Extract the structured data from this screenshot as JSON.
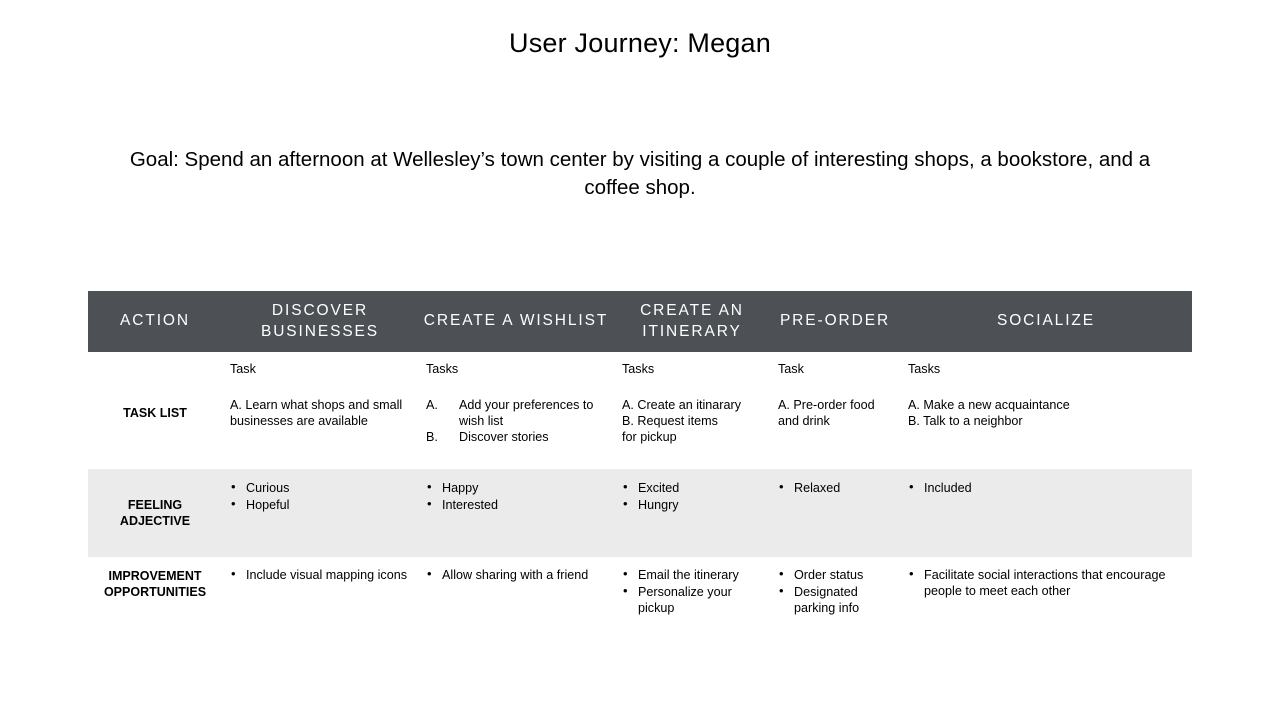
{
  "slide": {
    "title": "User Journey: Megan",
    "goal": "Goal: Spend an afternoon at Wellesley’s town center by visiting a couple of interesting shops, a bookstore, and a coffee shop."
  },
  "table": {
    "header": {
      "action_label": "ACTION",
      "columns": [
        "DISCOVER BUSINESSES",
        "CREATE A WISHLIST",
        "CREATE AN ITINERARY",
        "PRE-ORDER",
        "SOCIALIZE"
      ]
    },
    "rows": [
      {
        "label": "TASK LIST",
        "cells": [
          {
            "kicker": "Task",
            "lines": [
              "A. Learn what shops and small businesses are available"
            ]
          },
          {
            "kicker": "Tasks",
            "items": [
              {
                "letter": "A.",
                "text": "Add your preferences to wish list"
              },
              {
                "letter": "B.",
                "text": "Discover stories"
              }
            ]
          },
          {
            "kicker": "Tasks",
            "lines": [
              "A. Create an itinarary",
              "B. Request items",
              "for pickup"
            ]
          },
          {
            "kicker": "Task",
            "lines": [
              "A. Pre-order food",
              "and drink"
            ]
          },
          {
            "kicker": "Tasks",
            "lines": [
              "A. Make a new acquaintance",
              "B. Talk to a neighbor"
            ]
          }
        ]
      },
      {
        "label": "FEELING ADJECTIVE",
        "cells": [
          {
            "bullets": [
              "Curious",
              "Hopeful"
            ]
          },
          {
            "bullets": [
              "Happy",
              "Interested"
            ]
          },
          {
            "bullets": [
              "Excited",
              "Hungry"
            ]
          },
          {
            "bullets": [
              "Relaxed"
            ]
          },
          {
            "bullets": [
              "Included"
            ]
          }
        ]
      },
      {
        "label": "IMPROVEMENT OPPORTUNITIES",
        "cells": [
          {
            "bullets": [
              "Include visual mapping icons"
            ]
          },
          {
            "bullets": [
              "Allow sharing with a friend"
            ]
          },
          {
            "bullets": [
              "Email the itinerary",
              "Personalize your pickup"
            ]
          },
          {
            "bullets": [
              "Order status",
              "Designated parking info"
            ]
          },
          {
            "bullets": [
              "Facilitate social interactions that encourage people to meet each other"
            ]
          }
        ]
      }
    ]
  },
  "colors": {
    "header_bar": "#4d5155",
    "alt_row": "#ebebeb",
    "text": "#000000",
    "header_text": "#ffffff"
  }
}
